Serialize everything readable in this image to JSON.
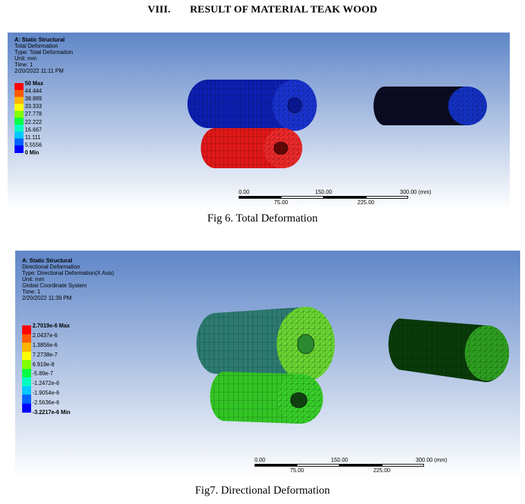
{
  "heading": {
    "number": "VIII.",
    "title": "RESULT OF MATERIAL TEAK WOOD"
  },
  "figures": [
    {
      "caption": "Fig 6. Total Deformation",
      "info": [
        "A: Static Structural",
        "Total Deformation",
        "Type: Total Deformation",
        "Unit: mm",
        "Time: 1",
        "2/20/2022 11:11 PM"
      ],
      "legend": {
        "labels": [
          "50 Max",
          "44.444",
          "38.889",
          "33.333",
          "27.778",
          "22.222",
          "16.667",
          "11.111",
          "5.5556",
          "0 Min"
        ],
        "colors": [
          "#ff0000",
          "#ff5a00",
          "#ffb400",
          "#ffff00",
          "#80ff00",
          "#00ff40",
          "#00ffc0",
          "#00c8ff",
          "#0064ff",
          "#0000ff"
        ]
      },
      "model_colors": {
        "upper_roller": "#0a1aa8",
        "lower_roller": "#e02020",
        "right_roller": "#0a0a2a",
        "right_roller_end": "#1830c8"
      },
      "scale": {
        "top_labels": [
          "0.00",
          "150.00",
          "300.00 (mm)"
        ],
        "bottom_labels": [
          "75.00",
          "225.00"
        ]
      }
    },
    {
      "caption": "Fig7. Directional Deformation",
      "info": [
        "A: Static Structural",
        "Directional Deformation",
        "Type: Directional Deformation(X Axis)",
        "Unit: mm",
        "Global Coordinate System",
        "Time: 1",
        "2/20/2022 11:39 PM"
      ],
      "legend": {
        "labels": [
          "2.7019e-6 Max",
          "2.0437e-6",
          "1.3856e-6",
          "7.2738e-7",
          "6.919e-8",
          "-5.89e-7",
          "-1.2472e-6",
          "-1.9054e-6",
          "-2.5636e-6",
          "-3.2217e-6 Min"
        ],
        "colors": [
          "#ff0000",
          "#ff5a00",
          "#ffb400",
          "#ffff00",
          "#80ff00",
          "#00ff40",
          "#00ffc0",
          "#00c8ff",
          "#0064ff",
          "#0000ff"
        ]
      },
      "model_colors": {
        "upper_roller": "#2a7a6a",
        "upper_roller_end": "#60d030",
        "lower_roller": "#30c020",
        "right_roller": "#0a3a0a",
        "right_roller_end": "#30a020"
      },
      "scale": {
        "top_labels": [
          "0.00",
          "150.00",
          "300.00 (mm)"
        ],
        "bottom_labels": [
          "75.00",
          "225.00"
        ]
      }
    }
  ]
}
